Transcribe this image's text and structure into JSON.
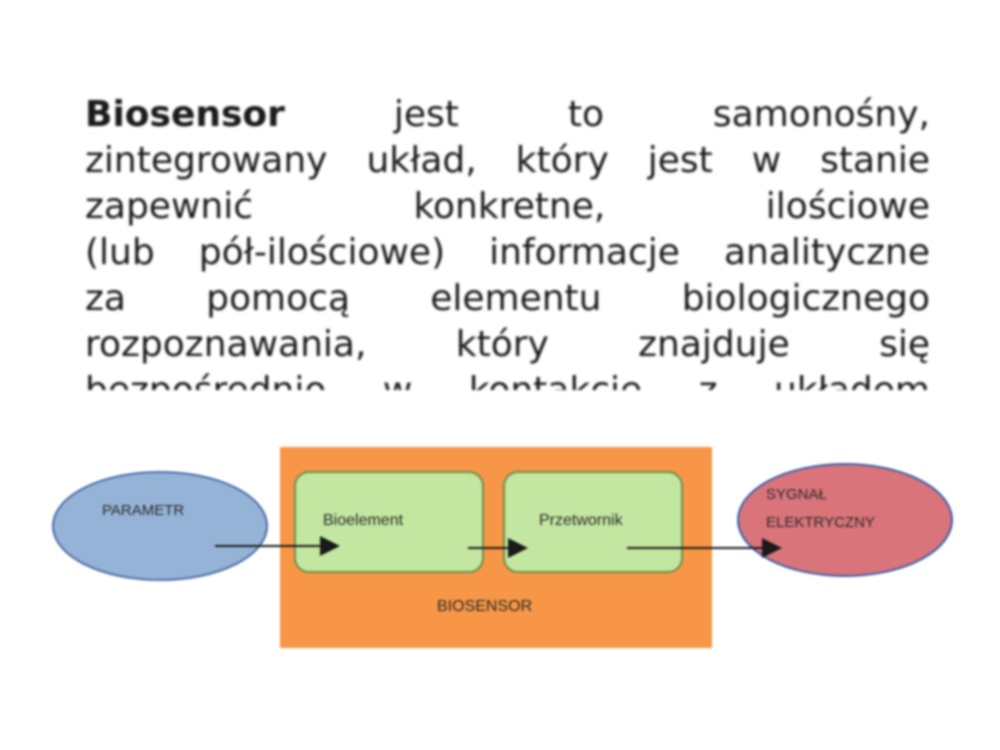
{
  "paragraph": {
    "lead_bold": "Biosensor",
    "lines": [
      "jest to samonośny,",
      "zintegrowany układ, który jest w stanie",
      "zapewnić konkretne, ilościowe",
      "(lub pół-ilościowe) informacje analityczne",
      "za pomocą elementu biologicznego",
      "rozpoznawania, który znajduje się",
      "bezpośrednio w kontakcie z układem"
    ]
  },
  "diagram": {
    "parameter_label": "PARAMETR",
    "bioelement_label": "Bioelement",
    "transducer_label": "Przetwornik",
    "signal_label_line1": "SYGNAŁ",
    "signal_label_line2": "ELEKTRYCZNY",
    "container_label": "BIOSENSOR",
    "colors": {
      "parameter_fill": "#95b3d7",
      "parameter_stroke": "#4f6fa8",
      "container_fill": "#f79646",
      "box_fill": "#c3e6a0",
      "box_stroke": "#6a8f4a",
      "signal_fill": "#d9747a",
      "signal_stroke": "#3f5fa8",
      "arrow": "#1a1a1a"
    }
  }
}
